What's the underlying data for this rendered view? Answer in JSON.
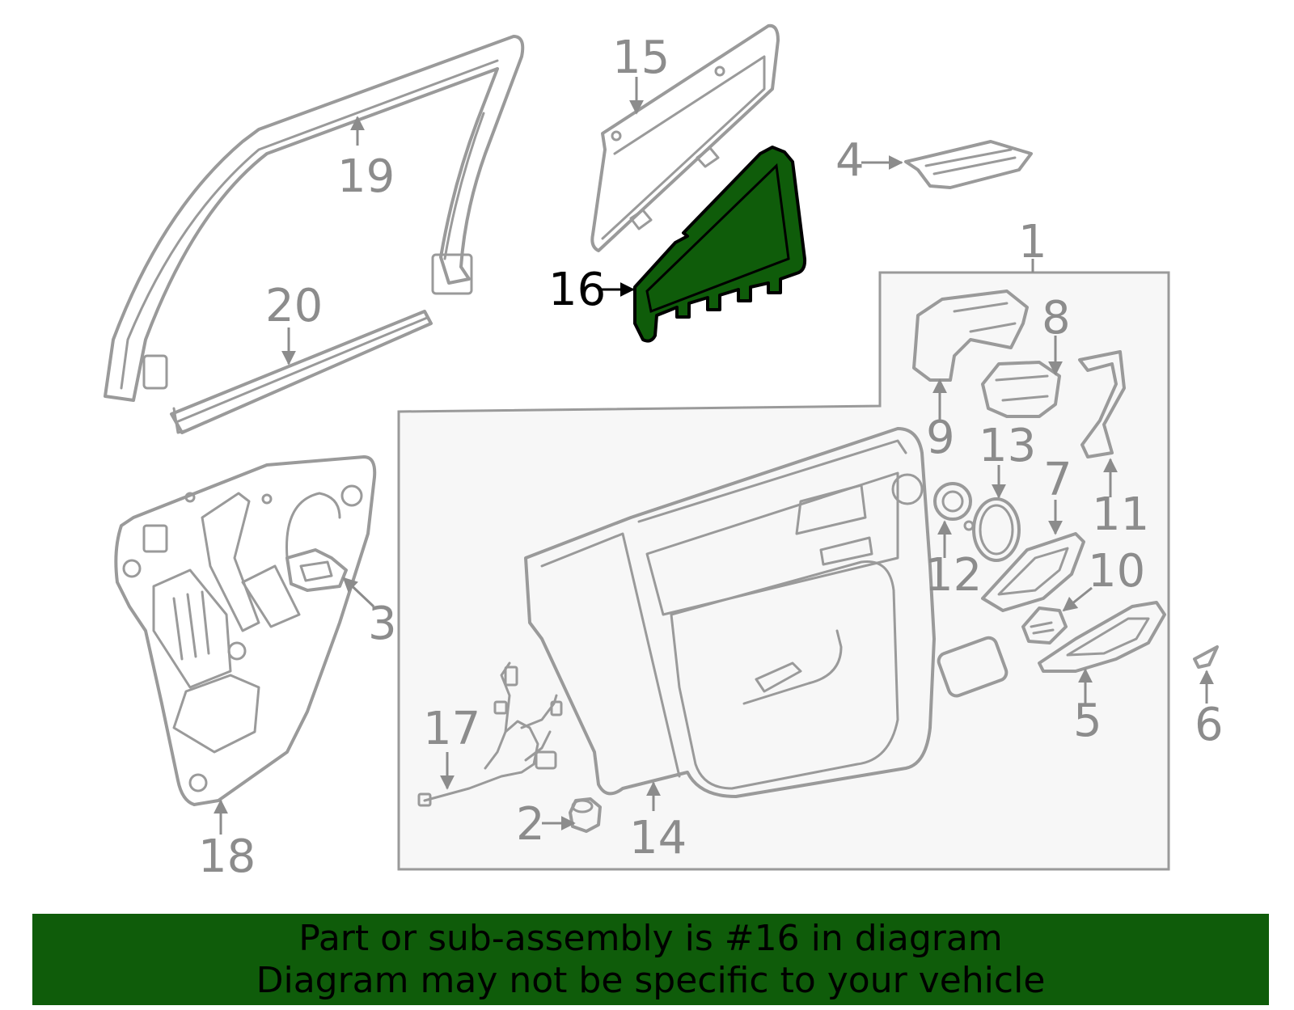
{
  "highlight_color": "#0f5c0a",
  "highlight_part": "16",
  "labels": {
    "p1": "1",
    "p2": "2",
    "p3": "3",
    "p4": "4",
    "p5": "5",
    "p6": "6",
    "p7": "7",
    "p8": "8",
    "p9": "9",
    "p10": "10",
    "p11": "11",
    "p12": "12",
    "p13": "13",
    "p14": "14",
    "p15": "15",
    "p16": "16",
    "p17": "17",
    "p18": "18",
    "p19": "19",
    "p20": "20"
  },
  "footer": {
    "line1": "Part or sub-assembly is #16 in diagram",
    "line2": "Diagram may not be specific to your vehicle"
  }
}
